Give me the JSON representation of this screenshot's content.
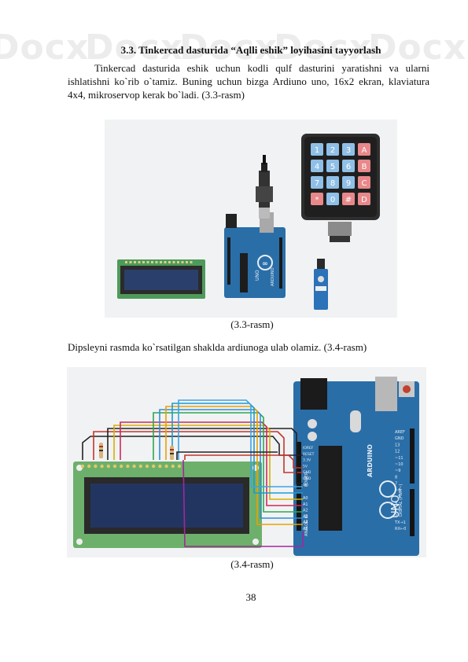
{
  "watermark": "Docx",
  "heading": "3.3. Tinkercad dasturida “Aqlli eshik” loyihasini  tayyorlash",
  "paragraph": "Tinkercad dasturida eshik uchun kodli qulf dasturini yaratishni va ularni ishlatishni ko`rib o`tamiz. Buning uchun bizga Ardiuno uno, 16x2 ekran, klaviatura 4x4, mikroservop kerak bo`ladi. (3.3-rasm)",
  "figure1": {
    "caption": "(3.3-rasm)",
    "keypad_keys": [
      "1",
      "2",
      "3",
      "A",
      "4",
      "5",
      "6",
      "B",
      "7",
      "8",
      "9",
      "C",
      "*",
      "0",
      "#",
      "D"
    ],
    "board_label": "UNO",
    "brand_label": "ARDUINO"
  },
  "sentence2": "Dipsleyni rasmda ko`rsatilgan shaklda ardiunoga ulab olamiz. (3.4-rasm)",
  "figure2": {
    "caption": "(3.4-rasm)",
    "board_label": "UNO",
    "brand_label": "ARDUINO",
    "analog_label": "ANALOG IN",
    "power_label": "POWER",
    "digital_label": "DIGITAL (PWM~)",
    "power_pins": [
      "IOREF",
      "RESET",
      "3.3V",
      "5V",
      "GND",
      "GND",
      "Vin"
    ],
    "analog_pins": [
      "A0",
      "A1",
      "A2",
      "A3",
      "A4",
      "A5"
    ],
    "digital_pins": [
      "AREF",
      "GND",
      "13",
      "12",
      "~11",
      "~10",
      "~9",
      "8",
      "7",
      "~6",
      "~5",
      "4",
      "~3",
      "2",
      "TX→1",
      "RX←0"
    ]
  },
  "page_number": "38"
}
